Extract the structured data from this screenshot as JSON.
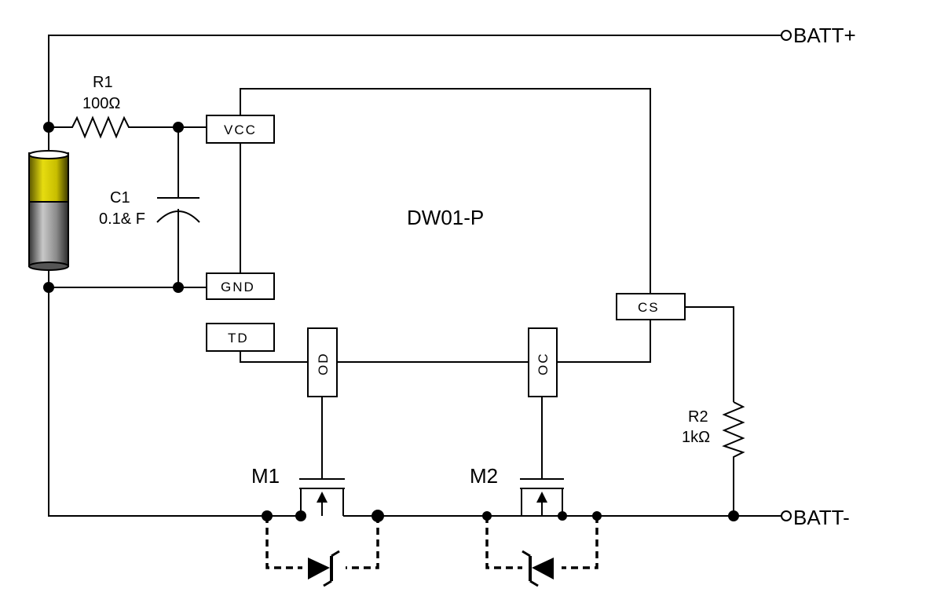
{
  "terminals": {
    "batt_plus": "BATT+",
    "batt_minus": "BATT-"
  },
  "ic": {
    "name": "DW01-P",
    "pins": {
      "vcc": "VCC",
      "gnd": "GND",
      "td": "TD",
      "od": "OD",
      "oc": "OC",
      "cs": "CS"
    }
  },
  "components": {
    "r1": {
      "ref": "R1",
      "value": "100Ω"
    },
    "c1": {
      "ref": "C1",
      "value": "0.1& F"
    },
    "r2": {
      "ref": "R2",
      "value": "1kΩ"
    },
    "m1": {
      "ref": "M1"
    },
    "m2": {
      "ref": "M2"
    }
  },
  "colors": {
    "wire": "#000000",
    "battery_top": "#d4c800",
    "battery_bottom": "#8c8c8c",
    "background": "#ffffff"
  }
}
